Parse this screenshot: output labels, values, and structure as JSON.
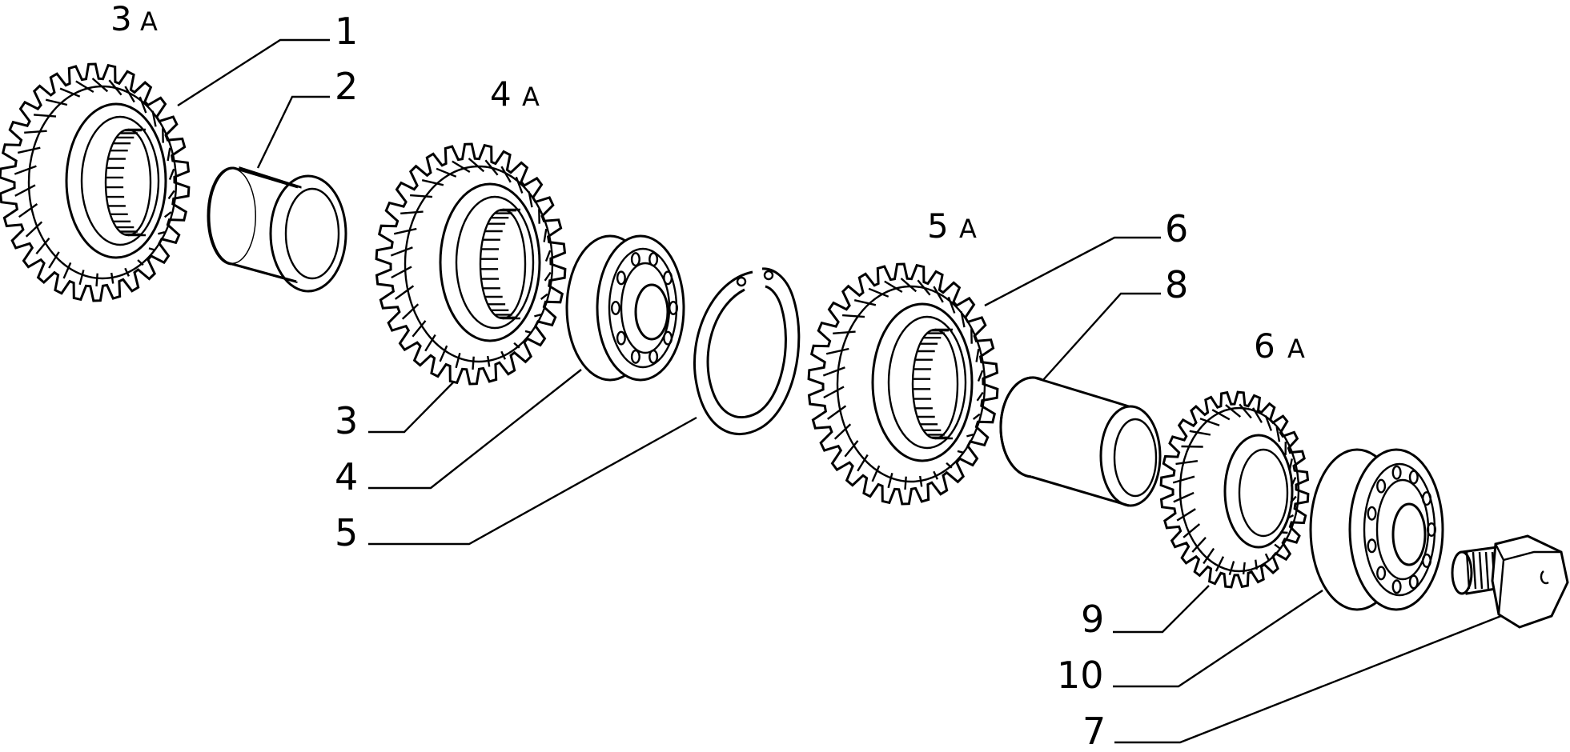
{
  "diagram": {
    "group_labels": [
      {
        "id": "g3",
        "number": "3",
        "letter": "A"
      },
      {
        "id": "g4",
        "number": "4",
        "letter": "A"
      },
      {
        "id": "g5",
        "number": "5",
        "letter": "A"
      },
      {
        "id": "g6",
        "number": "6",
        "letter": "A"
      }
    ],
    "callouts": [
      "1",
      "2",
      "3",
      "4",
      "5",
      "6",
      "7",
      "8",
      "9",
      "10"
    ],
    "parts": [
      {
        "id": "gear-3a",
        "icon": "helical-gear-icon"
      },
      {
        "id": "bushing-2",
        "icon": "cylindrical-bushing-icon"
      },
      {
        "id": "gear-4a",
        "icon": "helical-gear-icon"
      },
      {
        "id": "bearing-4",
        "icon": "ball-bearing-icon"
      },
      {
        "id": "snap-ring-5",
        "icon": "snap-ring-icon"
      },
      {
        "id": "gear-5a",
        "icon": "helical-gear-icon"
      },
      {
        "id": "bushing-8",
        "icon": "cylindrical-bushing-icon"
      },
      {
        "id": "gear-6a",
        "icon": "spur-gear-icon"
      },
      {
        "id": "bearing-10",
        "icon": "roller-bearing-icon"
      },
      {
        "id": "bolt-7",
        "icon": "hex-bolt-icon"
      }
    ],
    "colors": {
      "ink": "#000000",
      "paper": "#ffffff"
    }
  }
}
